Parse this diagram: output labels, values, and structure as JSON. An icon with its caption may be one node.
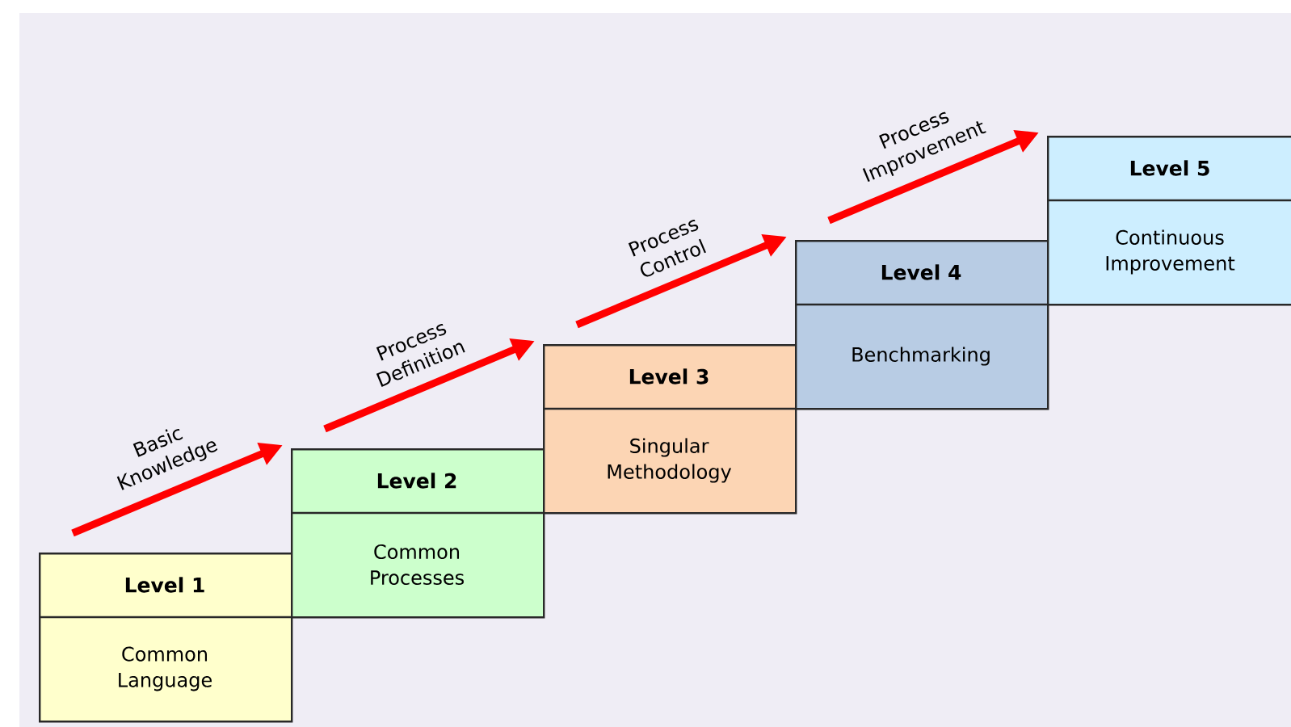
{
  "diagram": {
    "nodes": [
      {
        "text": [
          "Level 1",
          "Common Language"
        ]
      },
      {
        "text": [
          "Level 2",
          "Common Processes"
        ]
      },
      {
        "text": [
          "Level 3",
          "Singular Methodology"
        ]
      },
      {
        "text": [
          "Level 4",
          "Benchmarking"
        ]
      },
      {
        "text": [
          "Level 5",
          "Continuous Improvement"
        ]
      }
    ],
    "edges": [
      {
        "from": 0,
        "to": 1,
        "arrow": "to",
        "label": "Basic Knowledge"
      },
      {
        "from": 1,
        "to": 2,
        "arrow": "to",
        "label": "Process Definition"
      },
      {
        "from": 2,
        "to": 3,
        "arrow": "to",
        "label": "Process Control"
      },
      {
        "from": 3,
        "to": 4,
        "arrow": "to",
        "label": "Process Improvement"
      }
    ]
  }
}
